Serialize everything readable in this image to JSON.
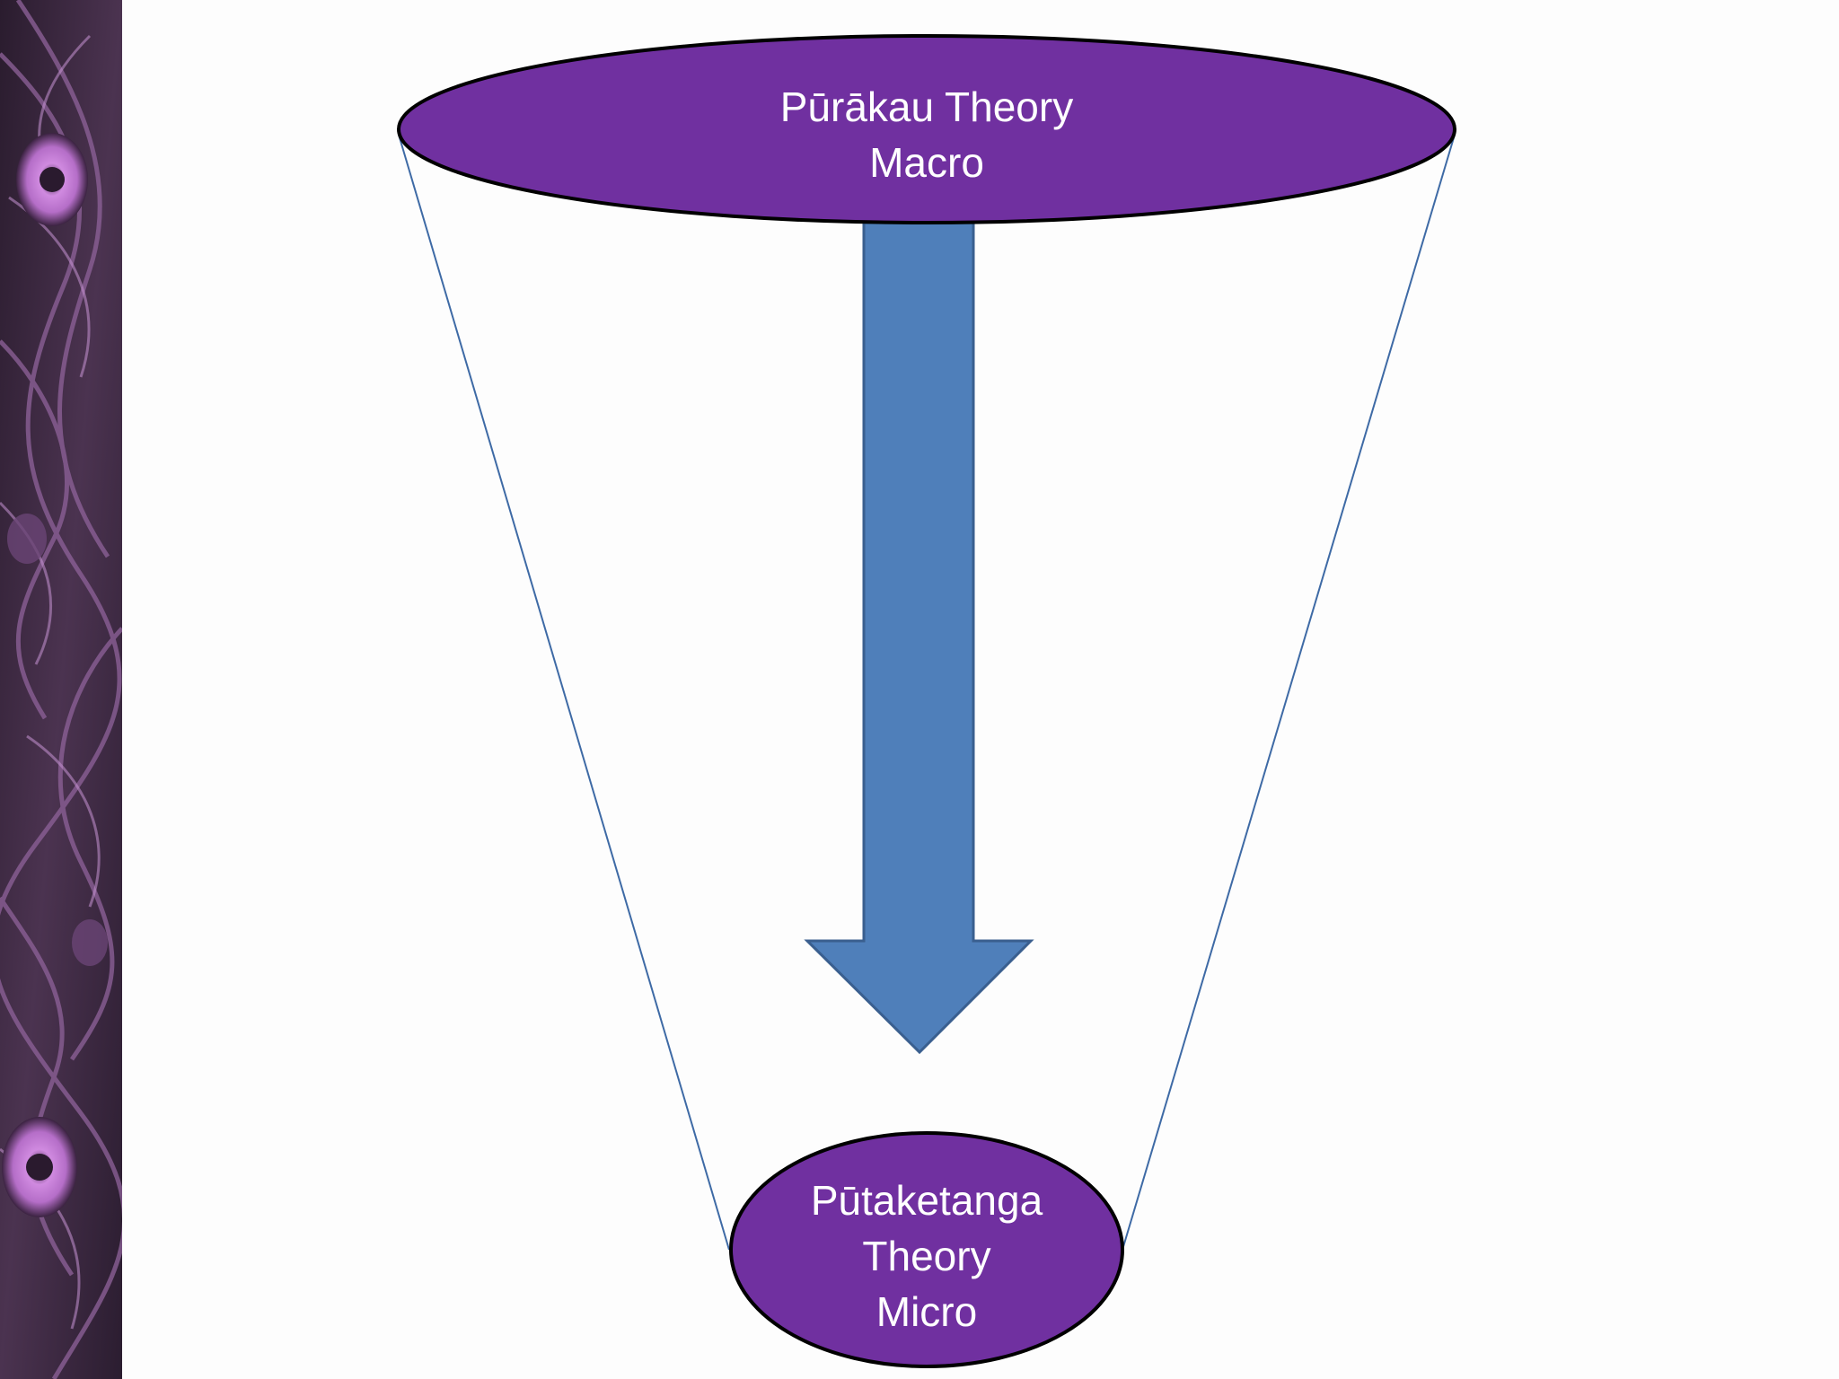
{
  "colors": {
    "ellipse_fill": "#7030a0",
    "arrow_fill": "#4f7fba",
    "arrow_stroke": "#3a5f8f",
    "funnel_line": "#3e6aa5",
    "background": "#fdfdfd",
    "side_band": "#3b2a40"
  },
  "macro": {
    "line1": "Pūrākau Theory",
    "line2": "Macro"
  },
  "micro": {
    "line1": "Pūtaketanga",
    "line2": "Theory",
    "line3": "Micro"
  },
  "decoration": {
    "side_band": "carved-pattern-image"
  }
}
